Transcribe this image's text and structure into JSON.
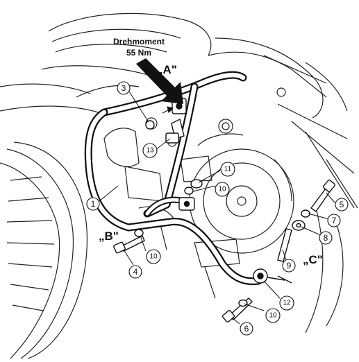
{
  "torque": {
    "line1": "Drehmoment",
    "line2": "55 Nm"
  },
  "views": {
    "a": "„A\"",
    "b": "„B\"",
    "c": "„C\""
  },
  "parts": {
    "p1": "1",
    "p3": "3",
    "p4": "4",
    "p5": "5",
    "p6": "6",
    "p7": "7",
    "p8": "8",
    "p9": "9",
    "p10a": "10",
    "p10b": "10",
    "p10c": "10",
    "p11": "11",
    "p12": "12",
    "p13": "13"
  }
}
